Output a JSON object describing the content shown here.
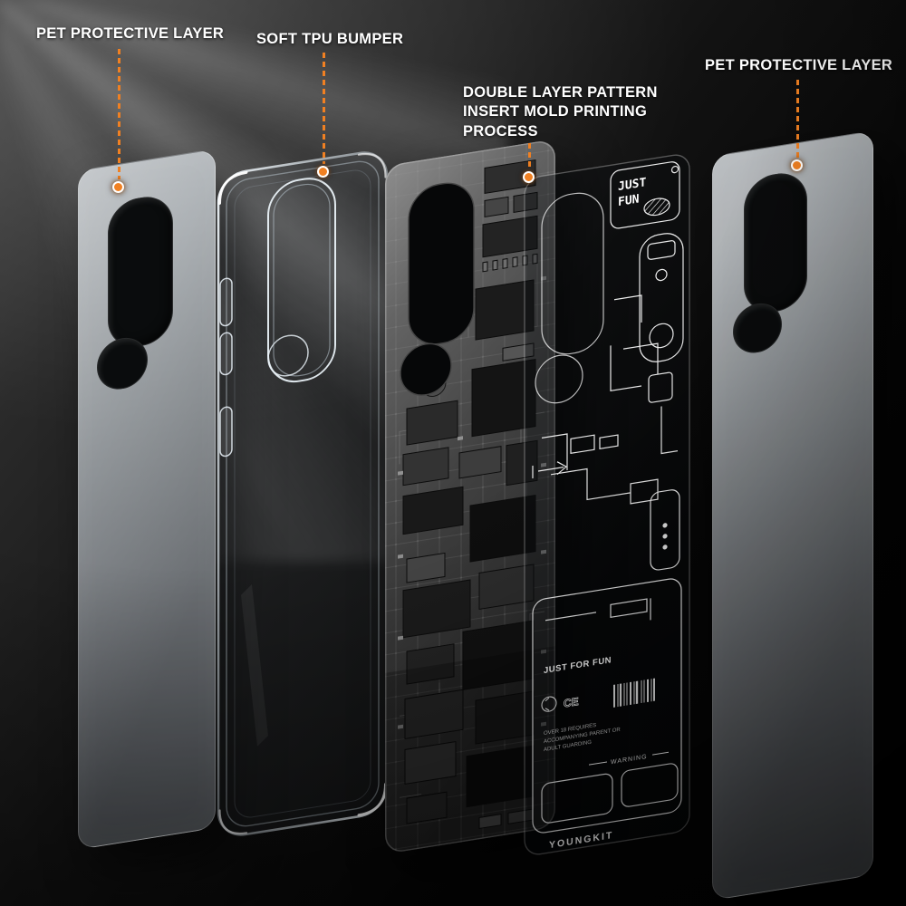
{
  "colors": {
    "accent": "#F08022",
    "background": "#000000",
    "pet_gray": "#8D9296"
  },
  "annotations": {
    "pet_left": {
      "label": "PET PROTECTIVE LAYER"
    },
    "tpu": {
      "label": "SOFT TPU BUMPER"
    },
    "double_layer": {
      "label": "DOUBLE LAYER PATTERN\nINSERT MOLD PRINTING\nPROCESS"
    },
    "pet_right": {
      "label": "PET PROTECTIVE LAYER"
    }
  },
  "print_layer": {
    "badge_top": "JUST",
    "badge_bottom": "FUN",
    "tagline": "JUST FOR FUN",
    "ce_mark": "CE",
    "notice_line1": "OVER 18 REQUIRES",
    "notice_line2": "ACCOMPANYING PARENT OR",
    "notice_line3": "ADULT GUARDING",
    "warning": "WARNING",
    "brand": "YOUNGKIT"
  }
}
